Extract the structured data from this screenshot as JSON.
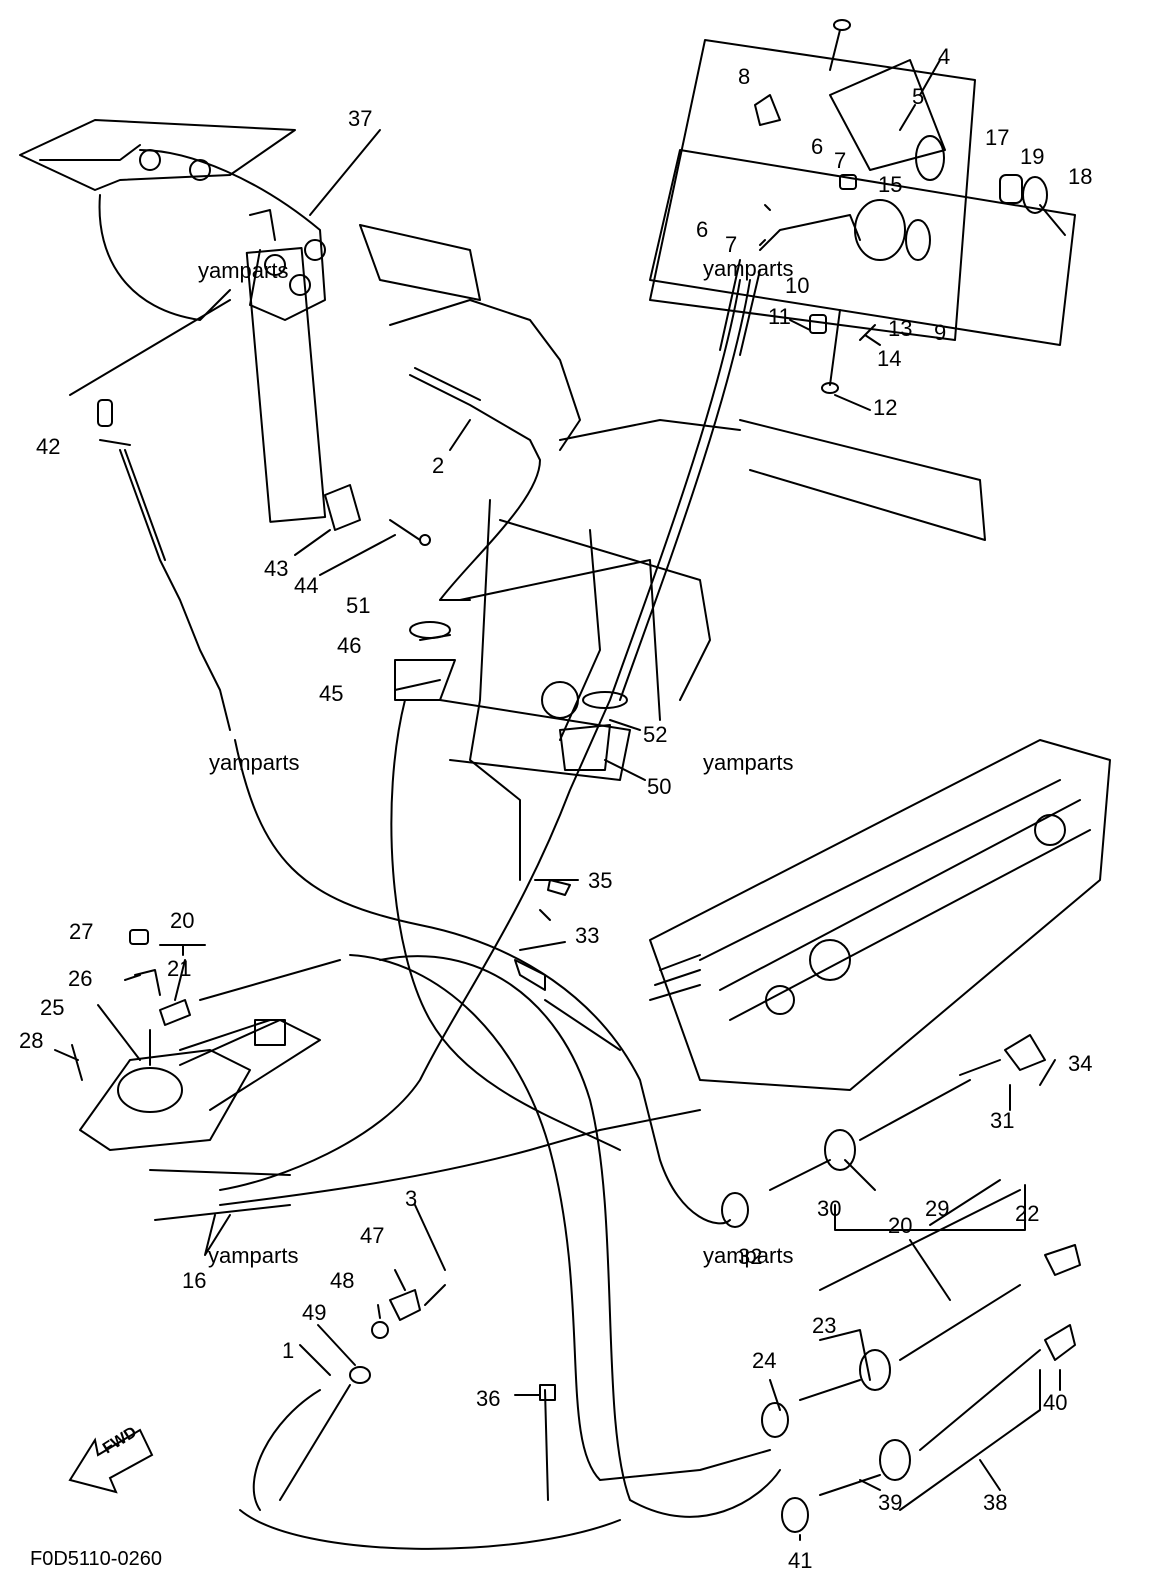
{
  "diagram": {
    "code": "F0D5110-0260",
    "direction_label": "FWD",
    "watermark": "yamparts",
    "colors": {
      "line": "#000000",
      "background": "#ffffff"
    },
    "part_labels": {
      "p1": "1",
      "p2": "2",
      "p3": "3",
      "p4": "4",
      "p5": "5",
      "p6a": "6",
      "p6b": "6",
      "p7a": "7",
      "p7b": "7",
      "p8": "8",
      "p9": "9",
      "p10": "10",
      "p11": "11",
      "p12": "12",
      "p13": "13",
      "p14": "14",
      "p15": "15",
      "p16": "16",
      "p17": "17",
      "p18": "18",
      "p19": "19",
      "p20a": "20",
      "p20b": "20",
      "p21": "21",
      "p22": "22",
      "p23": "23",
      "p24": "24",
      "p25": "25",
      "p26": "26",
      "p27": "27",
      "p28": "28",
      "p29": "29",
      "p30": "30",
      "p31": "31",
      "p32": "32",
      "p33": "33",
      "p34": "34",
      "p35": "35",
      "p36": "36",
      "p37": "37",
      "p38": "38",
      "p39": "39",
      "p40": "40",
      "p41": "41",
      "p42": "42",
      "p43": "43",
      "p44": "44",
      "p45": "45",
      "p46": "46",
      "p47": "47",
      "p48": "48",
      "p49": "49",
      "p50": "50",
      "p51": "51",
      "p52": "52"
    }
  }
}
